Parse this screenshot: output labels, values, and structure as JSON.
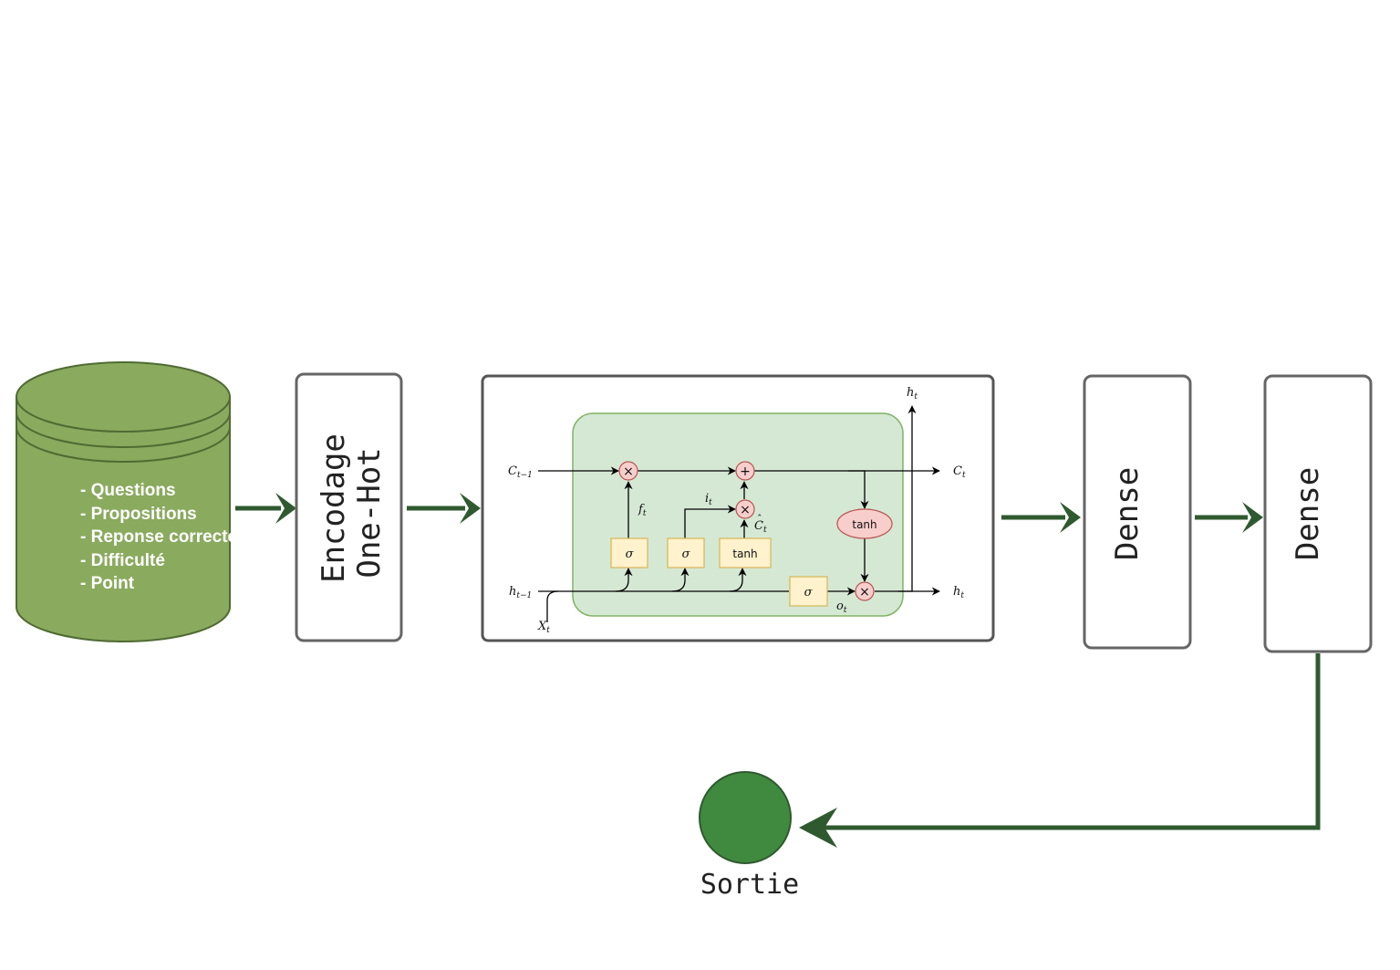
{
  "database": {
    "items": [
      "- Questions",
      "- Propositions",
      "- Reponse correcte",
      "- Difficulté",
      "- Point"
    ]
  },
  "encoder": {
    "line1": "Encodage",
    "line2": "One-Hot"
  },
  "lstm": {
    "c_prev_base": "C",
    "c_prev_sub": "t−1",
    "h_prev_base": "h",
    "h_prev_sub": "t−1",
    "x_base": "X",
    "x_sub": "t",
    "c_out_base": "C",
    "c_out_sub": "t",
    "h_out_base": "h",
    "h_out_sub": "t",
    "h_top_base": "h",
    "h_top_sub": "t",
    "f_base": "f",
    "f_sub": "t",
    "i_base": "i",
    "i_sub": "t",
    "chat_base": "C",
    "chat_sub": "t",
    "o_base": "o",
    "o_sub": "t",
    "sigma": "σ",
    "tanh_box": "tanh",
    "tanh_ellipse": "tanh",
    "times": "×",
    "plus": "+"
  },
  "dense1": {
    "label": "Dense"
  },
  "dense2": {
    "label": "Dense"
  },
  "output": {
    "label": "Sortie"
  },
  "colors": {
    "db_fill": "#8aaa5e",
    "db_stroke": "#4f6b33",
    "arrow": "#2f5a2f",
    "lstm_bg": "#d5e8d4",
    "lstm_stroke": "#82b366",
    "gate_fill": "#fff2cc",
    "gate_stroke": "#d6b656",
    "op_fill": "#f8cecc",
    "op_stroke": "#b85450",
    "output_fill": "#3f8a3f"
  }
}
